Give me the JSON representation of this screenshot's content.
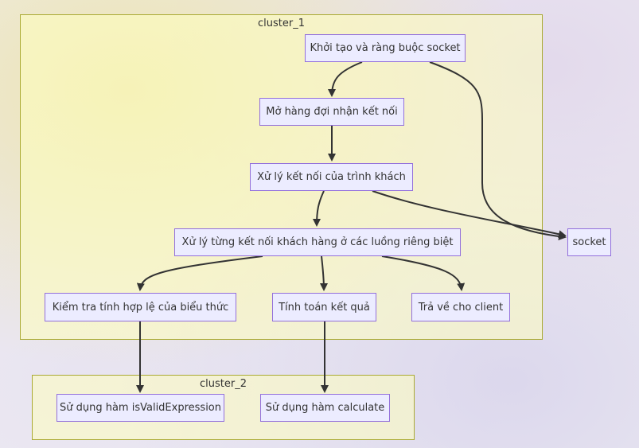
{
  "clusters": {
    "cluster_1": "cluster_1",
    "cluster_2": "cluster_2"
  },
  "nodes": {
    "init_socket": "Khởi tạo và ràng buộc socket",
    "listen": "Mở hàng đợi nhận kết nối",
    "handle_client": "Xử lý kết nối của trình khách",
    "threads": "Xử lý từng kết nối khách hàng ở các luồng riêng biệt",
    "validate": "Kiểm tra tính hợp lệ của biểu thức",
    "compute": "Tính toán kết quả",
    "return_client": "Trả về cho client",
    "socket": "socket",
    "is_valid_fn": "Sử dụng hàm isValidExpression",
    "calculate_fn": "Sử dụng hàm calculate"
  },
  "colors": {
    "node_fill": "#ececff",
    "node_border": "#9370db",
    "cluster_fill": "#ffffde",
    "cluster_border": "#aaaa33",
    "edge": "#333333"
  }
}
